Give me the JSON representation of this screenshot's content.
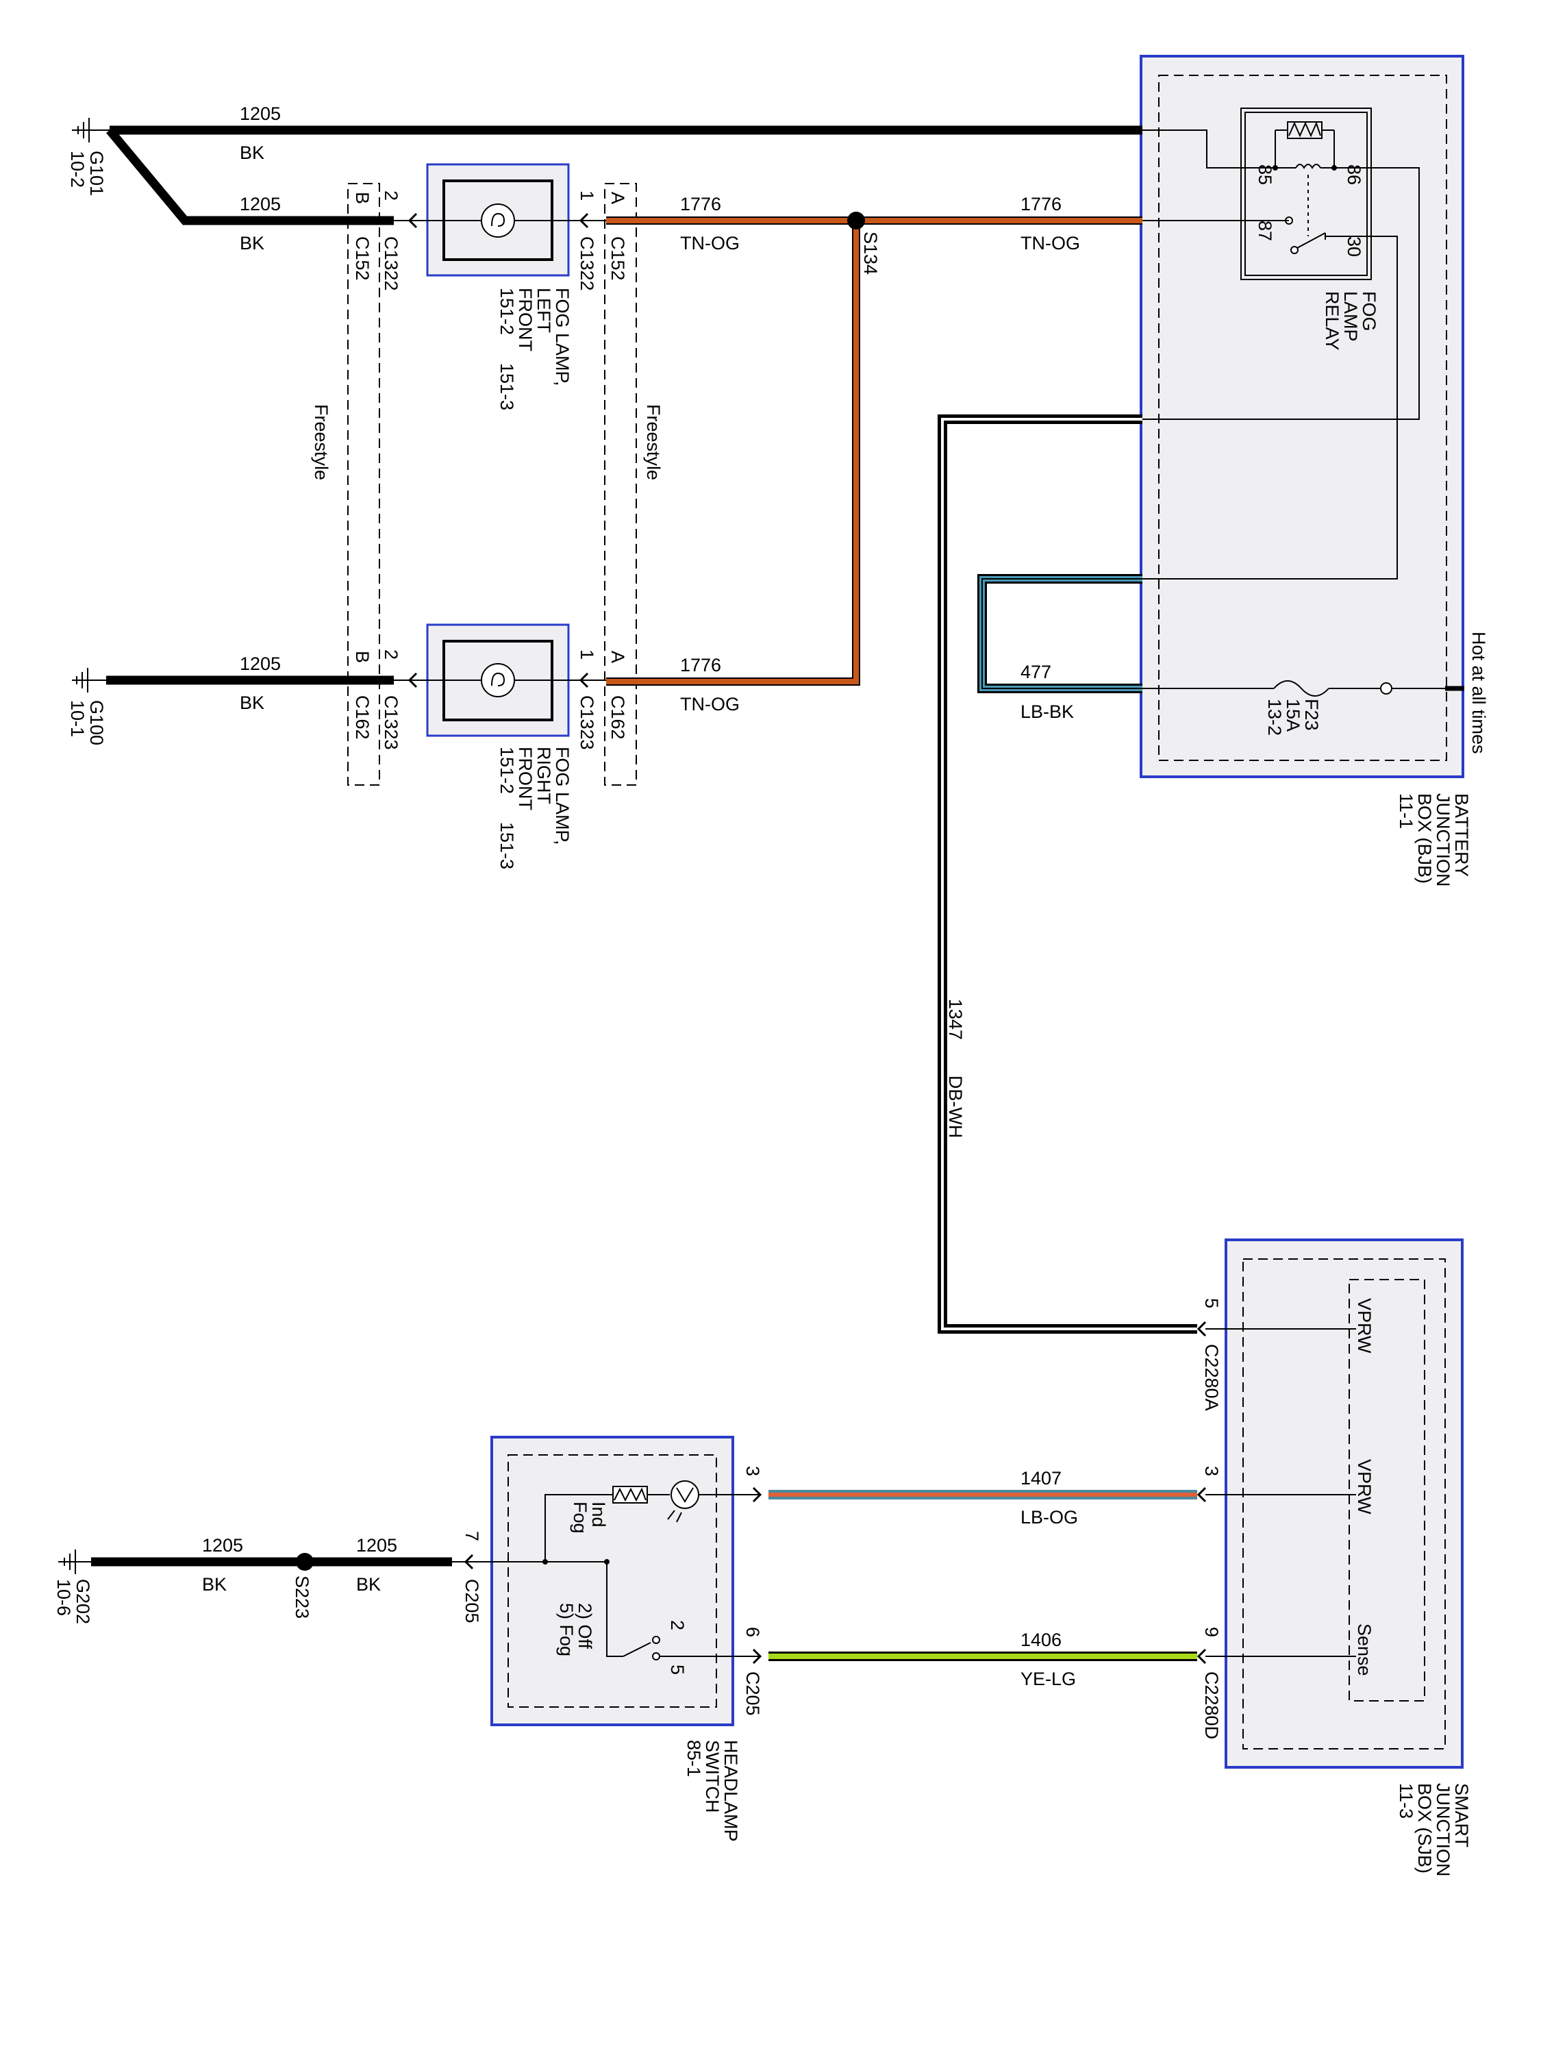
{
  "colors": {
    "bk": "#000000",
    "tn_og": "#c8581a",
    "lb_bk": "#4a9ab8",
    "db_wh": "#000000",
    "lb_og": "#e0603a",
    "ye_lg": "#a8d81a",
    "box_border": "#2a3cc8",
    "box_fill": "#efeff2"
  },
  "wires": {
    "w1205_top": {
      "circuit": "1205",
      "color": "BK"
    },
    "w1205_c152": {
      "circuit": "1205",
      "color": "BK"
    },
    "w1205_c162": {
      "circuit": "1205",
      "color": "BK"
    },
    "w1776_lf": {
      "circuit": "1776",
      "color": "TN-OG"
    },
    "w1776_bjb": {
      "circuit": "1776",
      "color": "TN-OG"
    },
    "w1776_rf": {
      "circuit": "1776",
      "color": "TN-OG"
    },
    "w477": {
      "circuit": "477",
      "color": "LB-BK"
    },
    "w1347": {
      "circuit": "1347",
      "color": "DB-WH"
    },
    "w1407": {
      "circuit": "1407",
      "color": "LB-OG"
    },
    "w1406": {
      "circuit": "1406",
      "color": "YE-LG"
    },
    "w1205_g202": {
      "circuit": "1205",
      "color": "BK"
    },
    "w1205_c205": {
      "circuit": "1205",
      "color": "BK"
    }
  },
  "grounds": {
    "g101": {
      "id": "G101",
      "ref": "10-2"
    },
    "g100": {
      "id": "G100",
      "ref": "10-1"
    },
    "g202": {
      "id": "G202",
      "ref": "10-6"
    }
  },
  "splices": {
    "s134": "S134",
    "s223": "S223"
  },
  "connectors": {
    "c152_l": {
      "pin": "B",
      "name": "C152"
    },
    "c1322_l": {
      "pin": "2",
      "name": "C1322"
    },
    "c1322_r": {
      "pin": "1",
      "name": "C1322"
    },
    "c152_r": {
      "pin": "A",
      "name": "C152"
    },
    "c162_l": {
      "pin": "B",
      "name": "C162"
    },
    "c1323_l": {
      "pin": "2",
      "name": "C1323"
    },
    "c1323_r": {
      "pin": "1",
      "name": "C1323"
    },
    "c162_r": {
      "pin": "A",
      "name": "C162"
    },
    "c205_7": {
      "pin": "7",
      "name": "C205"
    },
    "c205_3": {
      "pin": "3",
      "name": "C205"
    },
    "c205_6": {
      "pin": "6",
      "name": "C205"
    },
    "c2280a": {
      "pin": "5",
      "name": "C2280A"
    },
    "c2280_3": {
      "pin": "3",
      "name": "C2280D"
    },
    "c2280d": {
      "pin": "9",
      "name": "C2280D"
    }
  },
  "freestyle_label": "Freestyle",
  "fog_lamp_left": {
    "line1": "FOG LAMP,",
    "line2": "LEFT",
    "line3": "FRONT",
    "line4": "151-2",
    "ref": "151-3"
  },
  "fog_lamp_right": {
    "line1": "FOG LAMP,",
    "line2": "RIGHT",
    "line3": "FRONT",
    "line4": "151-2",
    "ref": "151-3"
  },
  "relay": {
    "pin85": "85",
    "pin86": "86",
    "pin87": "87",
    "pin30": "30",
    "name1": "FOG",
    "name2": "LAMP",
    "name3": "RELAY"
  },
  "bjb": {
    "hot": "Hot at all times",
    "fuse_name": "F23",
    "fuse_rating": "15A",
    "fuse_ref": "13-2",
    "line1": "BATTERY",
    "line2": "JUNCTION",
    "line3": "BOX (BJB)",
    "line4": "11-1"
  },
  "sjb": {
    "vprw1": "VPRW",
    "vprw2": "VPRW",
    "sense": "Sense",
    "line1": "SMART",
    "line2": "JUNCTION",
    "line3": "BOX (SJB)",
    "line4": "11-3"
  },
  "headlamp_switch": {
    "ind": "Ind",
    "fog": "Fog",
    "pos2": "2",
    "pos5": "5",
    "off": "2) Off",
    "fogpos": "5) Fog",
    "line1": "HEADLAMP",
    "line2": "SWITCH",
    "line3": "85-1"
  }
}
